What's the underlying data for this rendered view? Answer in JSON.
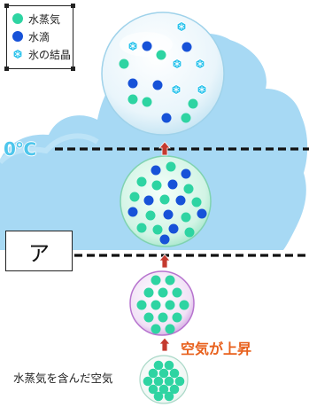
{
  "legend": {
    "items": [
      {
        "label": "水蒸気",
        "symbol": "vapor-dot",
        "color": "#2ed4a2"
      },
      {
        "label": "水滴",
        "symbol": "droplet-dot",
        "color": "#1752d8"
      },
      {
        "label": "氷の結晶",
        "symbol": "ice-crystal",
        "color": "#27c2ec"
      }
    ]
  },
  "levels": {
    "freezing_label": "0℃",
    "box_label": "ア"
  },
  "arrow_label": "空気が上昇",
  "air_label": "水蒸気を含んだ空気",
  "colors": {
    "cloud": "#a7d9f4",
    "vapor": "#2ed4a2",
    "droplet": "#1752d8",
    "ice": "#27c2ec",
    "arrow": "#c43a2f",
    "rise_text": "#e8601c",
    "temp_text": "#4ec6ec"
  }
}
